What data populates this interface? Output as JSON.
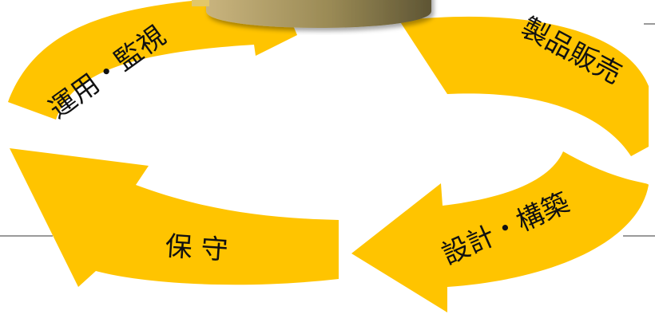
{
  "cycle": {
    "steps": [
      {
        "id": "sales",
        "label": "製品販売"
      },
      {
        "id": "design",
        "label": "設計・構築"
      },
      {
        "id": "maintain",
        "label": "保 守"
      },
      {
        "id": "operate",
        "label": "運用・監視"
      }
    ]
  },
  "colors": {
    "arrow": "#FFC400",
    "hub_light": "#C9B47E",
    "hub_dark": "#5E5534",
    "rule": "#9A9A9A",
    "text": "#111111"
  },
  "icons": [
    "cycle-arrow",
    "center-hub"
  ]
}
